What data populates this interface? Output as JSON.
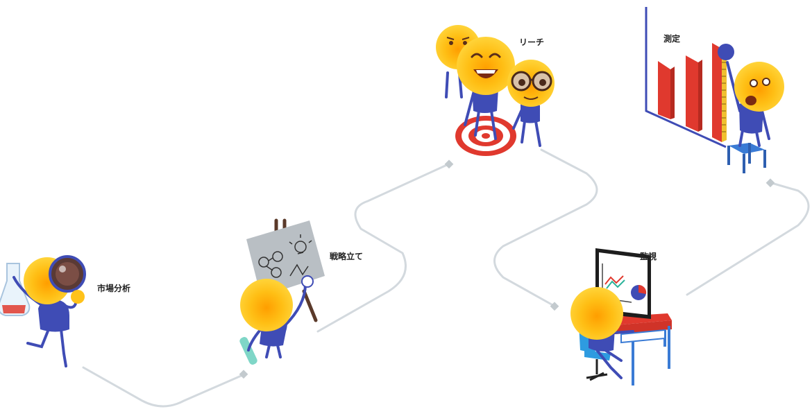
{
  "colors": {
    "path": "#d3d9de",
    "blue": "#3f4cb5",
    "face": "#ffc21a",
    "face_center": "#ffa400",
    "red": "#e0392e",
    "teal": "#7fd6c7",
    "board": "#b9bfc4"
  },
  "steps": [
    {
      "label": "市場分析",
      "icon": "magnifying-glass-icon"
    },
    {
      "label": "戦略立て",
      "icon": "whiteboard-icon"
    },
    {
      "label": "リーチ",
      "icon": "target-icon"
    },
    {
      "label": "監視",
      "icon": "monitor-icon"
    },
    {
      "label": "測定",
      "icon": "bar-chart-icon"
    }
  ]
}
